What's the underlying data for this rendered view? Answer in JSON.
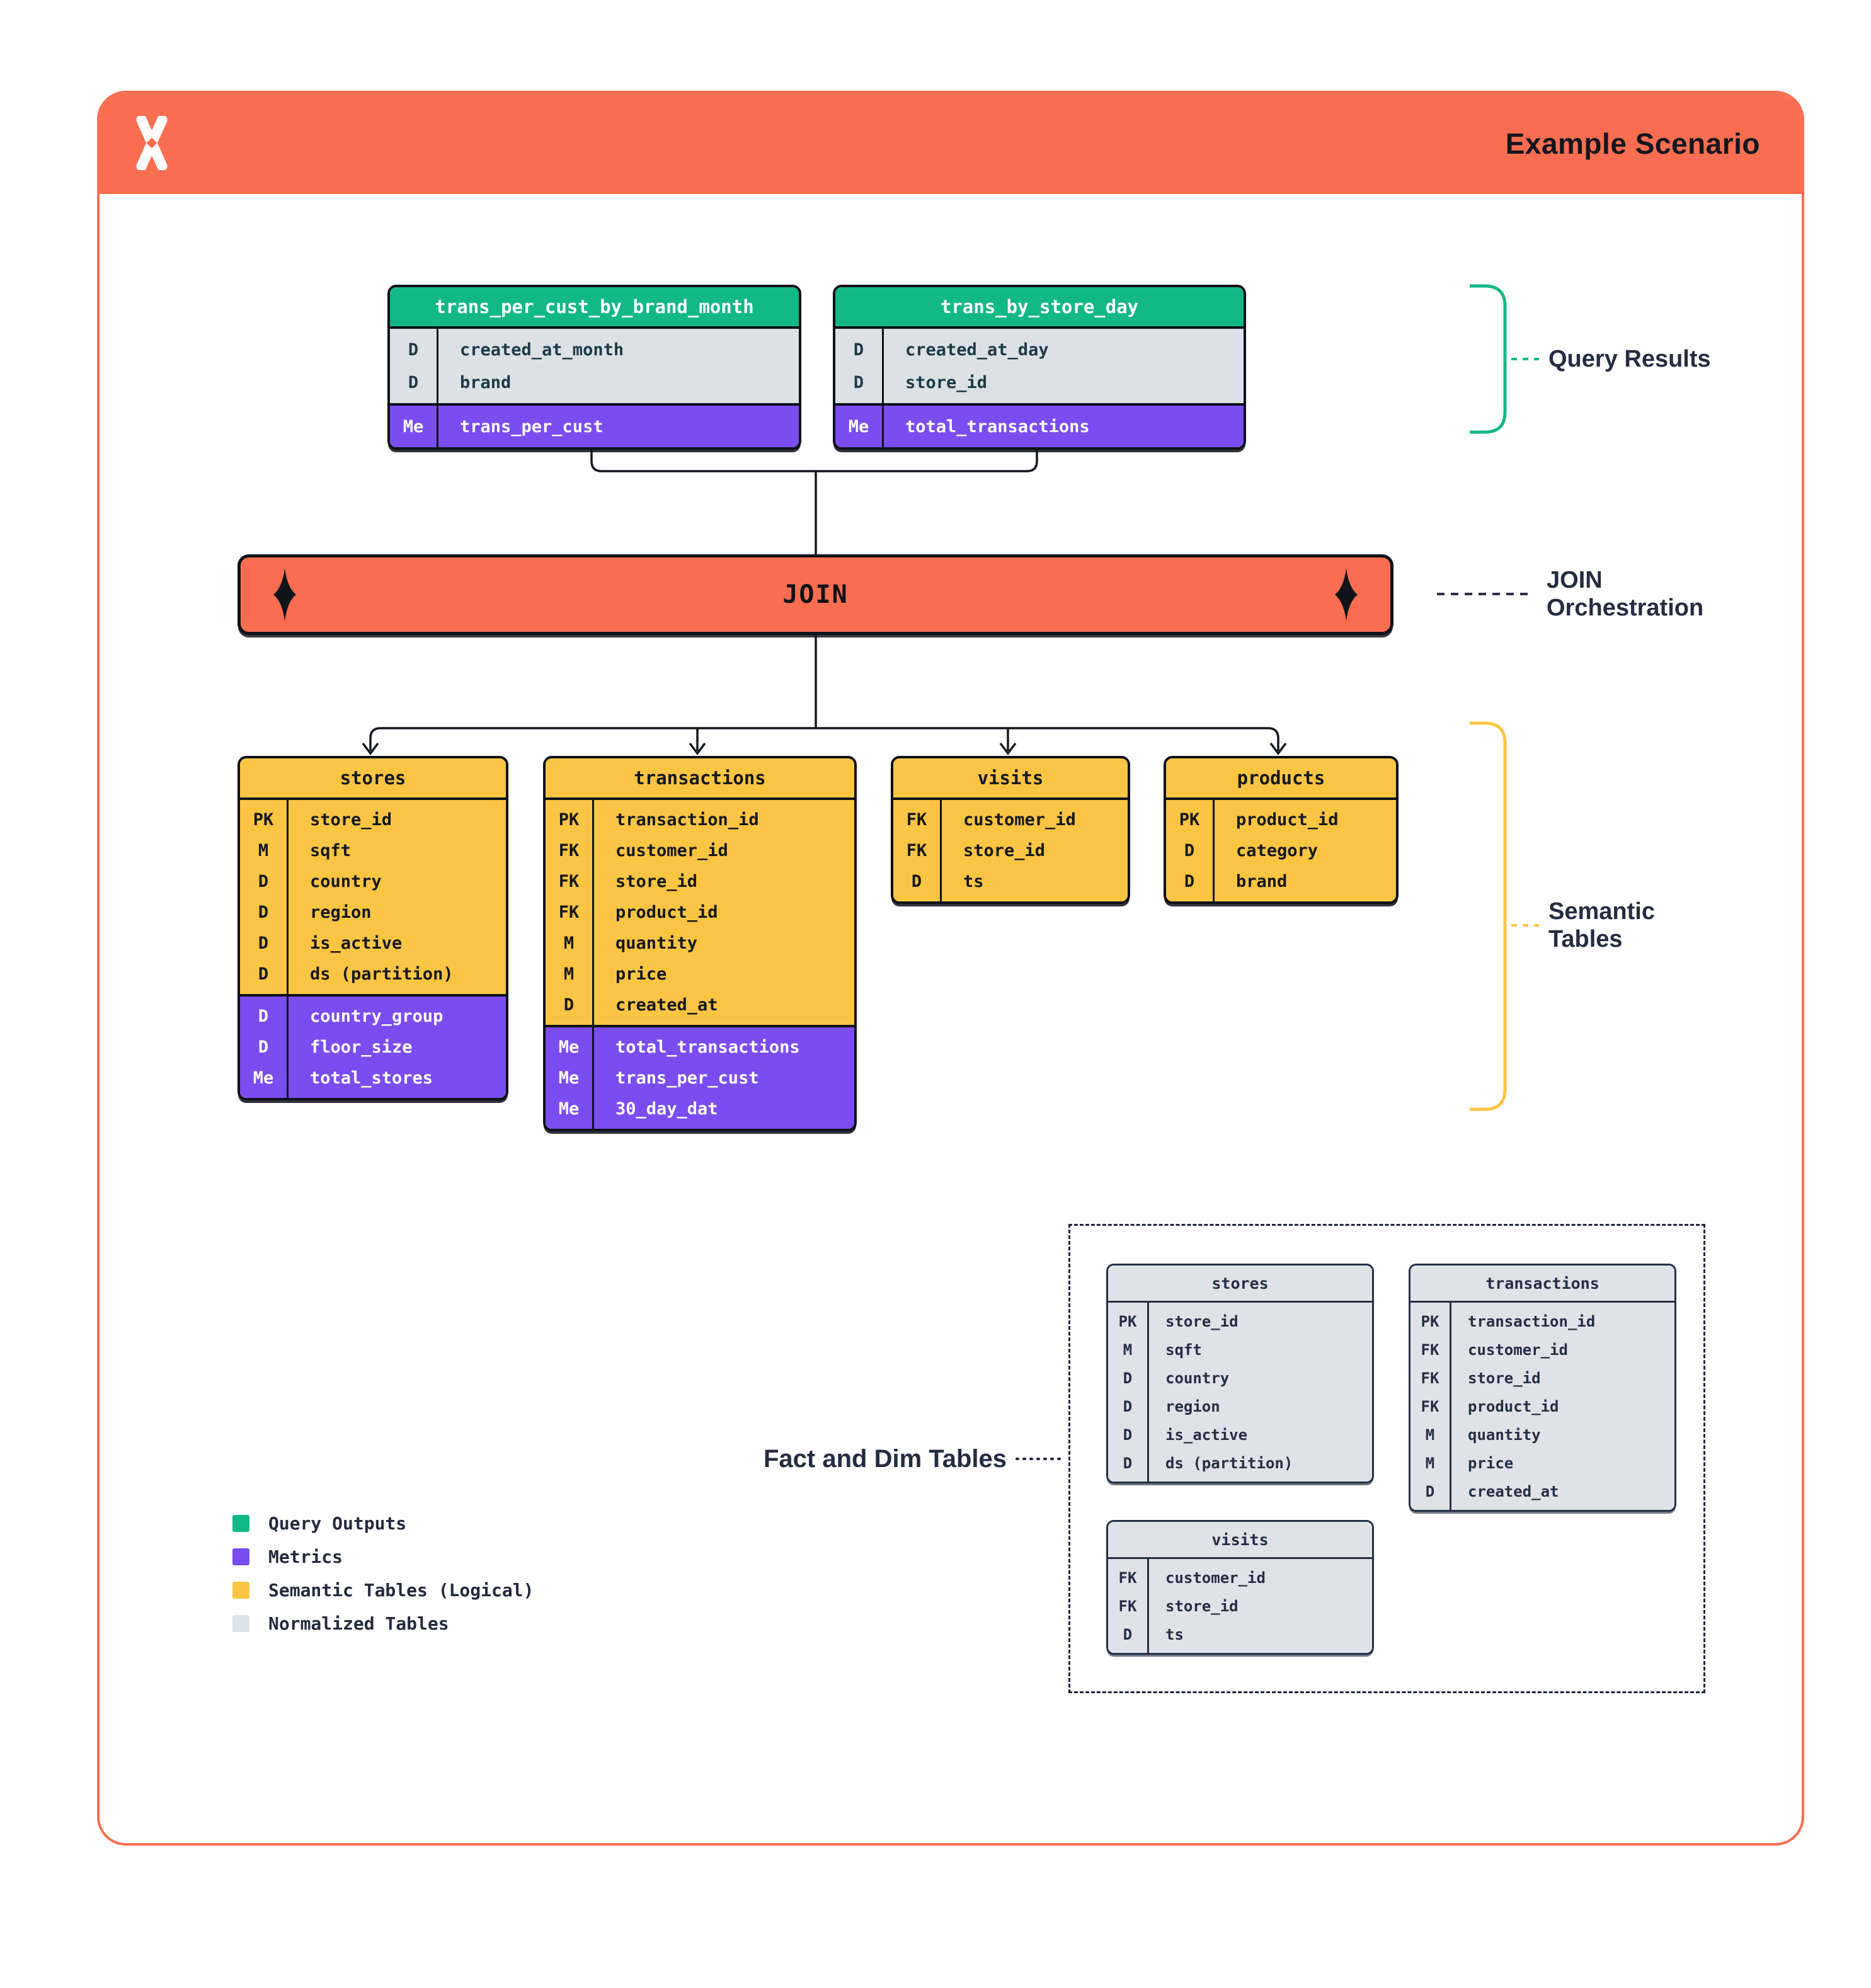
{
  "header": {
    "title": "Example Scenario",
    "logo": "pinwheel-x-logo"
  },
  "join": {
    "label": "JOIN"
  },
  "annotations": {
    "query_results": "Query Results",
    "join_line1": "JOIN",
    "join_line2": "Orchestration",
    "semantic_line1": "Semantic",
    "semantic_line2": "Tables",
    "fact_dim": "Fact and Dim Tables"
  },
  "colors": {
    "orange": "#f96e50",
    "green": "#12b886",
    "purple": "#7a4df0",
    "yellow": "#fbc544",
    "gray": "#dfe3e8",
    "navy": "#242a3d"
  },
  "query_tables": [
    {
      "name": "trans_per_cust_by_brand_month",
      "theme": "query",
      "size": "lg",
      "fields": [
        {
          "key": "D",
          "name": "created_at_month"
        },
        {
          "key": "D",
          "name": "brand"
        },
        {
          "key": "Me",
          "name": "trans_per_cust",
          "derived": true
        }
      ]
    },
    {
      "name": "trans_by_store_day",
      "theme": "query",
      "size": "lg",
      "fields": [
        {
          "key": "D",
          "name": "created_at_day"
        },
        {
          "key": "D",
          "name": "store_id"
        },
        {
          "key": "Me",
          "name": "total_transactions",
          "derived": true
        }
      ]
    }
  ],
  "semantic_tables": [
    {
      "name": "stores",
      "theme": "sem",
      "size": "lg",
      "fields": [
        {
          "key": "PK",
          "name": "store_id"
        },
        {
          "key": "M",
          "name": "sqft"
        },
        {
          "key": "D",
          "name": "country"
        },
        {
          "key": "D",
          "name": "region"
        },
        {
          "key": "D",
          "name": "is_active"
        },
        {
          "key": "D",
          "name": "ds (partition)"
        },
        {
          "key": "D",
          "name": "country_group",
          "derived": true
        },
        {
          "key": "D",
          "name": "floor_size",
          "derived": true
        },
        {
          "key": "Me",
          "name": "total_stores",
          "derived": true
        }
      ]
    },
    {
      "name": "transactions",
      "theme": "sem",
      "size": "lg",
      "fields": [
        {
          "key": "PK",
          "name": "transaction_id"
        },
        {
          "key": "FK",
          "name": "customer_id"
        },
        {
          "key": "FK",
          "name": "store_id"
        },
        {
          "key": "FK",
          "name": "product_id"
        },
        {
          "key": "M",
          "name": "quantity"
        },
        {
          "key": "M",
          "name": "price"
        },
        {
          "key": "D",
          "name": "created_at"
        },
        {
          "key": "Me",
          "name": "total_transactions",
          "derived": true
        },
        {
          "key": "Me",
          "name": "trans_per_cust",
          "derived": true
        },
        {
          "key": "Me",
          "name": "30_day_dat",
          "derived": true
        }
      ]
    },
    {
      "name": "visits",
      "theme": "sem",
      "size": "lg",
      "fields": [
        {
          "key": "FK",
          "name": "customer_id"
        },
        {
          "key": "FK",
          "name": "store_id"
        },
        {
          "key": "D",
          "name": "ts"
        }
      ]
    },
    {
      "name": "products",
      "theme": "sem",
      "size": "lg",
      "fields": [
        {
          "key": "PK",
          "name": "product_id"
        },
        {
          "key": "D",
          "name": "category"
        },
        {
          "key": "D",
          "name": "brand"
        }
      ]
    }
  ],
  "normalized_tables": [
    {
      "name": "stores",
      "theme": "norm",
      "size": "sm",
      "fields": [
        {
          "key": "PK",
          "name": "store_id"
        },
        {
          "key": "M",
          "name": "sqft"
        },
        {
          "key": "D",
          "name": "country"
        },
        {
          "key": "D",
          "name": "region"
        },
        {
          "key": "D",
          "name": "is_active"
        },
        {
          "key": "D",
          "name": "ds (partition)"
        }
      ]
    },
    {
      "name": "transactions",
      "theme": "norm",
      "size": "sm",
      "fields": [
        {
          "key": "PK",
          "name": "transaction_id"
        },
        {
          "key": "FK",
          "name": "customer_id"
        },
        {
          "key": "FK",
          "name": "store_id"
        },
        {
          "key": "FK",
          "name": "product_id"
        },
        {
          "key": "M",
          "name": "quantity"
        },
        {
          "key": "M",
          "name": "price"
        },
        {
          "key": "D",
          "name": "created_at"
        }
      ]
    },
    {
      "name": "visits",
      "theme": "norm",
      "size": "sm",
      "fields": [
        {
          "key": "FK",
          "name": "customer_id"
        },
        {
          "key": "FK",
          "name": "store_id"
        },
        {
          "key": "D",
          "name": "ts"
        }
      ]
    }
  ],
  "legend": {
    "items": [
      {
        "label": "Query Outputs",
        "color": "#12b886"
      },
      {
        "label": "Metrics",
        "color": "#7a4df0"
      },
      {
        "label": "Semantic Tables (Logical)",
        "color": "#fbc544"
      },
      {
        "label": "Normalized Tables",
        "color": "#dfe3e8"
      }
    ]
  }
}
